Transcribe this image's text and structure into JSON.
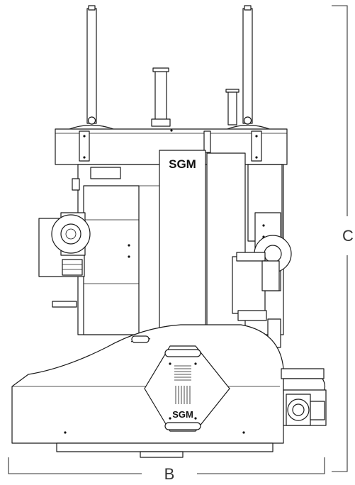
{
  "drawing": {
    "brand_logo_upper": "SGM",
    "brand_logo_lower": "SGM"
  },
  "dimensions": {
    "height_label": "C",
    "width_label": "B"
  }
}
